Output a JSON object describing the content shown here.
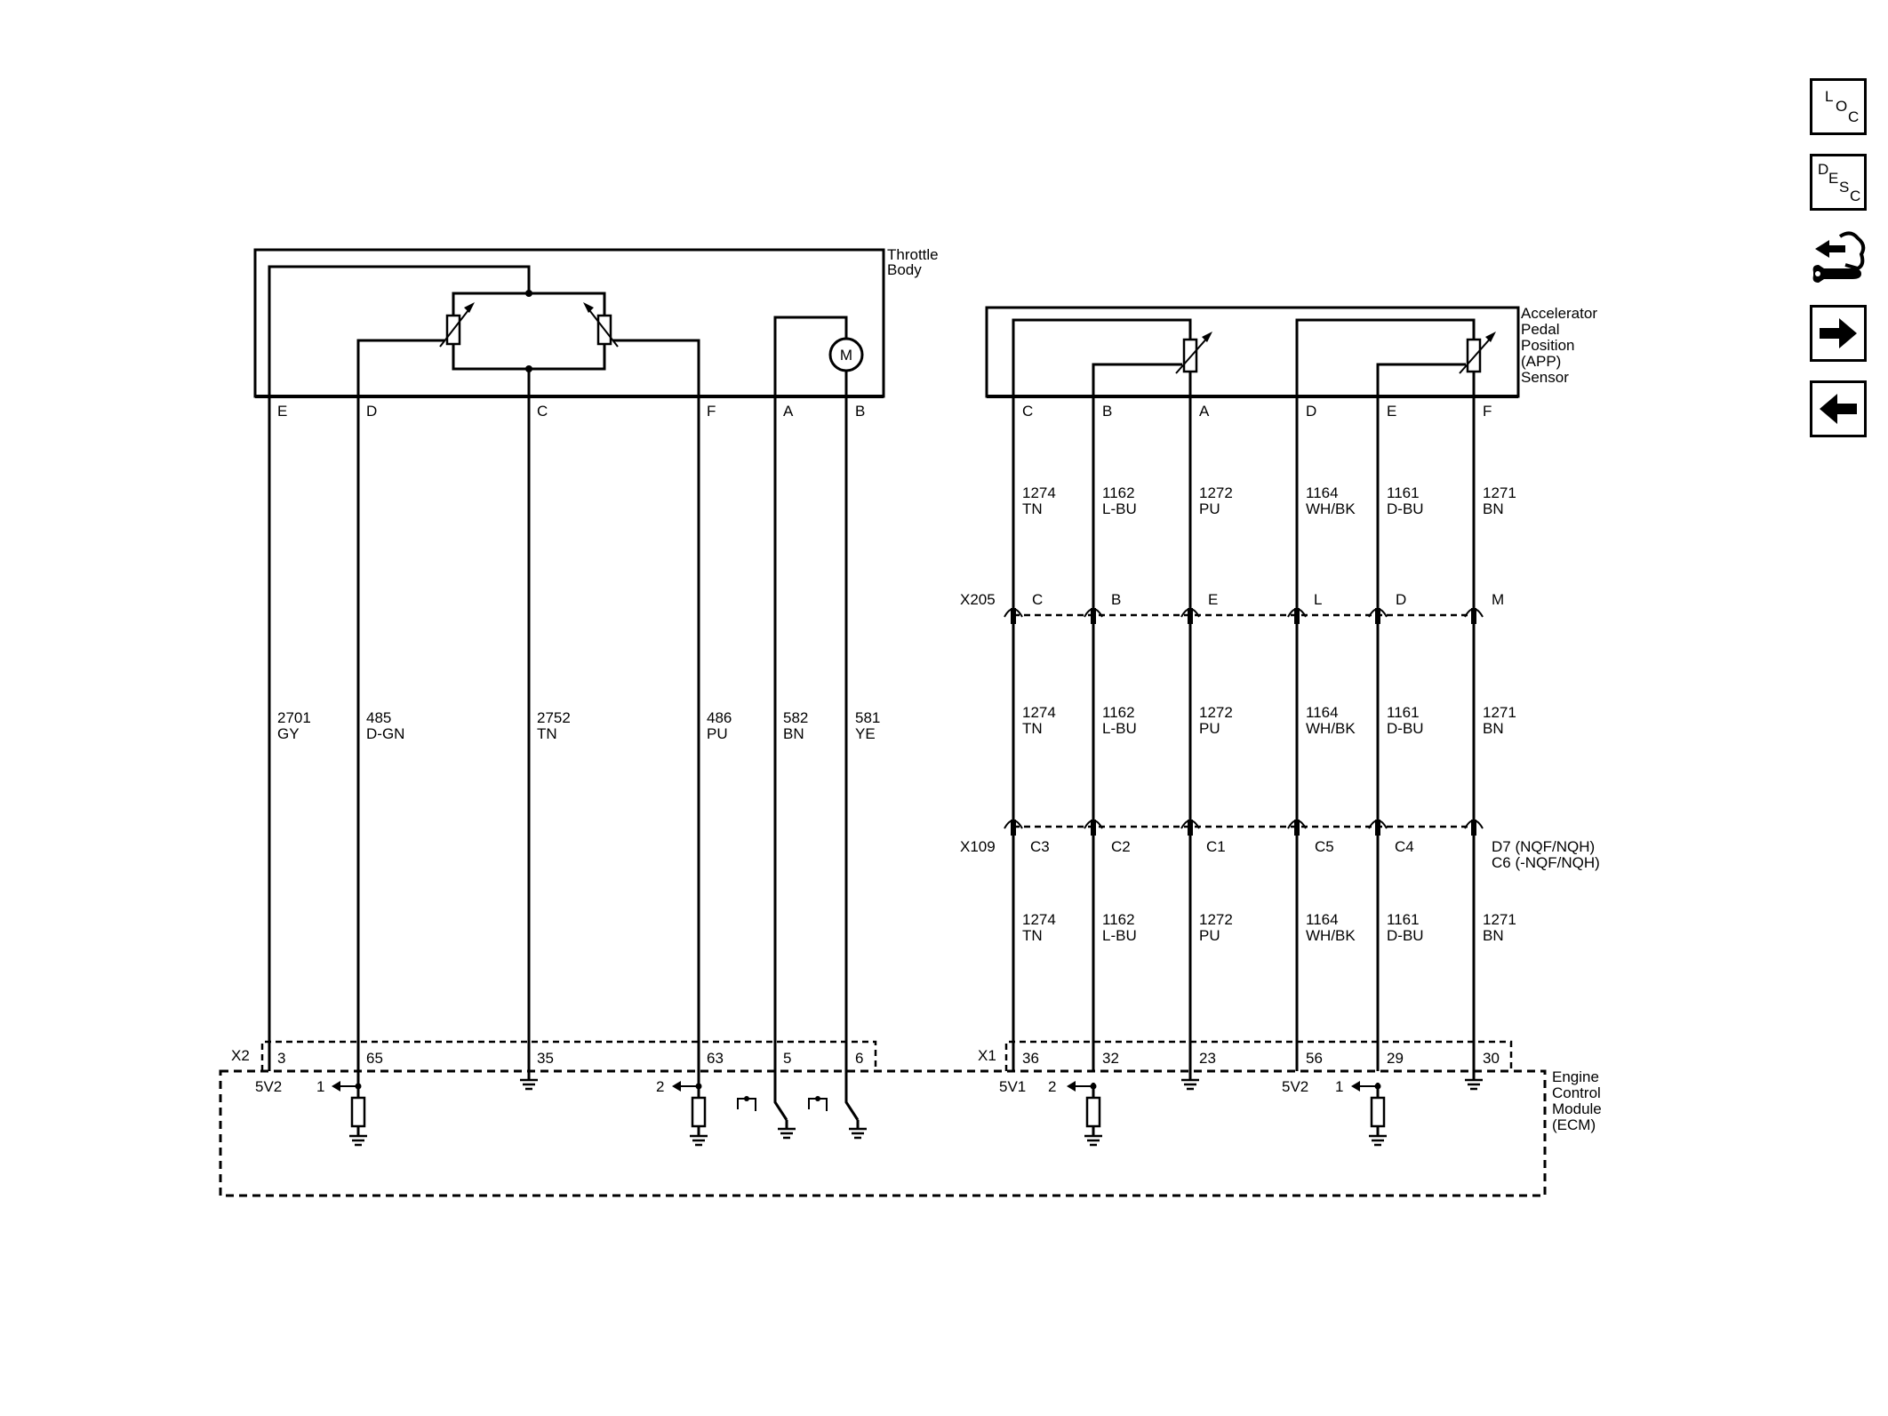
{
  "nav": {
    "loc": [
      "L",
      "O",
      "C"
    ],
    "desc": [
      "D",
      "E",
      "S",
      "C"
    ]
  },
  "throttle_body": {
    "title": [
      "Throttle",
      "Body"
    ],
    "pins": [
      "E",
      "D",
      "C",
      "F",
      "A",
      "B"
    ],
    "motor": "M",
    "wires": [
      {
        "num": "2701",
        "color": "GY"
      },
      {
        "num": "485",
        "color": "D-GN"
      },
      {
        "num": "2752",
        "color": "TN"
      },
      {
        "num": "486",
        "color": "PU"
      },
      {
        "num": "582",
        "color": "BN"
      },
      {
        "num": "581",
        "color": "YE"
      }
    ],
    "ecm_connector": "X2",
    "ecm_pins": [
      "3",
      "65",
      "35",
      "63",
      "5",
      "6"
    ]
  },
  "app_sensor": {
    "title": [
      "Accelerator",
      "Pedal",
      "Position",
      "(APP)",
      "Sensor"
    ],
    "pins": [
      "C",
      "B",
      "A",
      "D",
      "E",
      "F"
    ],
    "wires": [
      {
        "num": "1274",
        "color": "TN"
      },
      {
        "num": "1162",
        "color": "L-BU"
      },
      {
        "num": "1272",
        "color": "PU"
      },
      {
        "num": "1164",
        "color": "WH/BK"
      },
      {
        "num": "1161",
        "color": "D-BU"
      },
      {
        "num": "1271",
        "color": "BN"
      }
    ],
    "x205": {
      "name": "X205",
      "pins": [
        "C",
        "B",
        "E",
        "L",
        "D",
        "M"
      ]
    },
    "x109": {
      "name": "X109",
      "pins": [
        "C3",
        "C2",
        "C1",
        "C5",
        "C4"
      ],
      "last_pin": [
        "D7 (NQF/NQH)",
        "C6 (-NQF/NQH)"
      ]
    },
    "ecm_connector": "X1",
    "ecm_pins": [
      "36",
      "32",
      "23",
      "56",
      "29",
      "30"
    ]
  },
  "ecm": {
    "title": [
      "Engine",
      "Control",
      "Module",
      "(ECM)"
    ],
    "ref_5v2": "5V2",
    "ref_5v1": "5V1",
    "sig_1": "1",
    "sig_2": "2"
  }
}
